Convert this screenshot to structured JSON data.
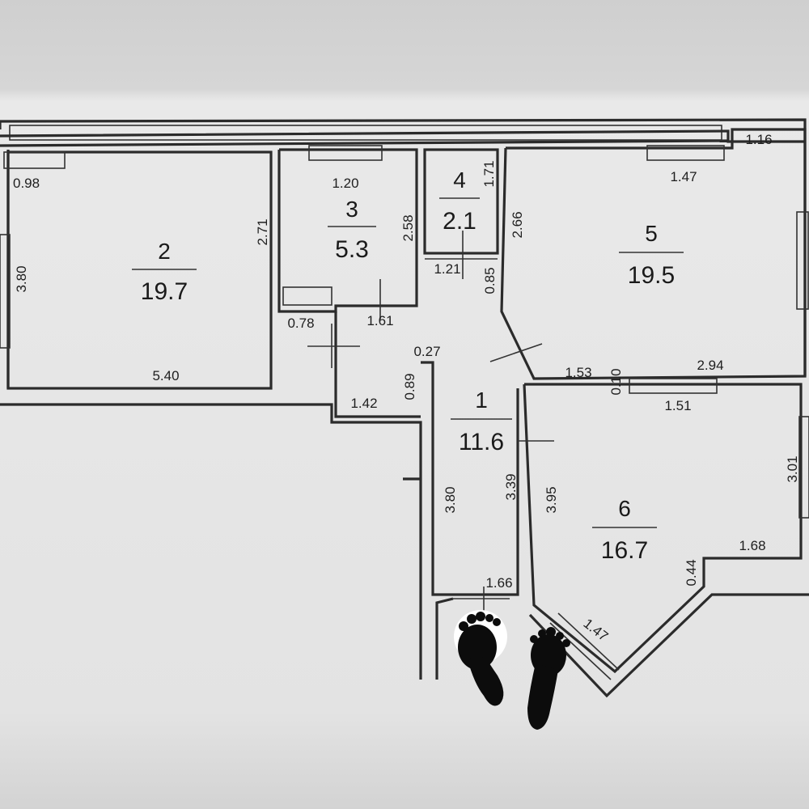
{
  "rooms": [
    {
      "number": "1",
      "area": "11.6"
    },
    {
      "number": "2",
      "area": "19.7"
    },
    {
      "number": "3",
      "area": "5.3"
    },
    {
      "number": "4",
      "area": "2.1"
    },
    {
      "number": "5",
      "area": "19.5"
    },
    {
      "number": "6",
      "area": "16.7"
    }
  ],
  "dimensions": {
    "r2_window": "0.98",
    "r2_left": "3.80",
    "r2_right": "2.71",
    "r2_bottom": "5.40",
    "r3_top": "1.20",
    "r3_right": "2.58",
    "r3_door": "1.61",
    "closet": "0.78",
    "r4_right": "1.71",
    "r4_bottom": "1.21",
    "r4_door": "0.85",
    "r5_left": "2.66",
    "r5_window": "1.47",
    "r5_corner": "1.16",
    "r5_bottom_left": "1.53",
    "r5_bottom_right": "2.94",
    "wall_10": "0.10",
    "hall_027": "0.27",
    "hall_089": "0.89",
    "hall_142": "1.42",
    "hall_left": "3.80",
    "hall_right": "3.39",
    "hall_bottom": "1.66",
    "r6_left": "3.95",
    "r6_top": "1.51",
    "r6_right": "3.01",
    "r6_balcony": "1.68",
    "r6_044": "0.44",
    "r6_diag": "1.47"
  },
  "icons": [
    "footprints-icon"
  ]
}
